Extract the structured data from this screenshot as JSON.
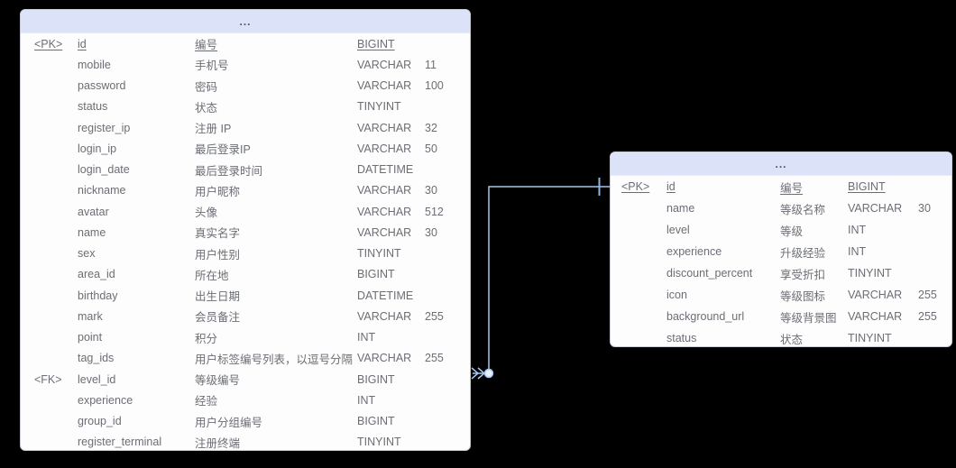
{
  "diagram": {
    "background_color": "#000000",
    "colors": {
      "header_bg": "#dce2f8",
      "body_bg": "#fdfdfe",
      "border": "#c7ccd6",
      "text": "#6b6e74",
      "header_text": "#50555c",
      "relation_line": "#a6c6ec"
    }
  },
  "tables": [
    {
      "title": "...",
      "columns": [
        {
          "key": "<PK>",
          "name": "id",
          "comment": "编号",
          "type": "BIGINT",
          "size": "",
          "pk": true
        },
        {
          "key": "",
          "name": "mobile",
          "comment": "手机号",
          "type": "VARCHAR",
          "size": "11"
        },
        {
          "key": "",
          "name": "password",
          "comment": "密码",
          "type": "VARCHAR",
          "size": "100"
        },
        {
          "key": "",
          "name": "status",
          "comment": "状态",
          "type": "TINYINT",
          "size": ""
        },
        {
          "key": "",
          "name": "register_ip",
          "comment": "注册 IP",
          "type": "VARCHAR",
          "size": "32"
        },
        {
          "key": "",
          "name": "login_ip",
          "comment": "最后登录IP",
          "type": "VARCHAR",
          "size": "50"
        },
        {
          "key": "",
          "name": "login_date",
          "comment": "最后登录时间",
          "type": "DATETIME",
          "size": ""
        },
        {
          "key": "",
          "name": "nickname",
          "comment": "用户昵称",
          "type": "VARCHAR",
          "size": "30"
        },
        {
          "key": "",
          "name": "avatar",
          "comment": "头像",
          "type": "VARCHAR",
          "size": "512"
        },
        {
          "key": "",
          "name": "name",
          "comment": "真实名字",
          "type": "VARCHAR",
          "size": "30"
        },
        {
          "key": "",
          "name": "sex",
          "comment": "用户性别",
          "type": "TINYINT",
          "size": ""
        },
        {
          "key": "",
          "name": "area_id",
          "comment": "所在地",
          "type": "BIGINT",
          "size": ""
        },
        {
          "key": "",
          "name": "birthday",
          "comment": "出生日期",
          "type": "DATETIME",
          "size": ""
        },
        {
          "key": "",
          "name": "mark",
          "comment": "会员备注",
          "type": "VARCHAR",
          "size": "255"
        },
        {
          "key": "",
          "name": "point",
          "comment": "积分",
          "type": "INT",
          "size": ""
        },
        {
          "key": "",
          "name": "tag_ids",
          "comment": "用户标签编号列表，以逗号分隔",
          "type": "VARCHAR",
          "size": "255"
        },
        {
          "key": "<FK>",
          "name": "level_id",
          "comment": "等级编号",
          "type": "BIGINT",
          "size": ""
        },
        {
          "key": "",
          "name": "experience",
          "comment": "经验",
          "type": "INT",
          "size": ""
        },
        {
          "key": "",
          "name": "group_id",
          "comment": "用户分组编号",
          "type": "BIGINT",
          "size": ""
        },
        {
          "key": "",
          "name": "register_terminal",
          "comment": "注册终端",
          "type": "TINYINT",
          "size": ""
        }
      ]
    },
    {
      "title": "...",
      "columns": [
        {
          "key": "<PK>",
          "name": "id",
          "comment": "编号",
          "type": "BIGINT",
          "size": "",
          "pk": true
        },
        {
          "key": "",
          "name": "name",
          "comment": "等级名称",
          "type": "VARCHAR",
          "size": "30"
        },
        {
          "key": "",
          "name": "level",
          "comment": "等级",
          "type": "INT",
          "size": ""
        },
        {
          "key": "",
          "name": "experience",
          "comment": "升级经验",
          "type": "INT",
          "size": ""
        },
        {
          "key": "",
          "name": "discount_percent",
          "comment": "享受折扣",
          "type": "TINYINT",
          "size": ""
        },
        {
          "key": "",
          "name": "icon",
          "comment": "等级图标",
          "type": "VARCHAR",
          "size": "255"
        },
        {
          "key": "",
          "name": "background_url",
          "comment": "等级背景图",
          "type": "VARCHAR",
          "size": "255"
        },
        {
          "key": "",
          "name": "status",
          "comment": "状态",
          "type": "TINYINT",
          "size": ""
        }
      ]
    }
  ],
  "relation": {
    "from_column": "level_id",
    "to_column": "id",
    "from_marker": "many-crow-foot-dot",
    "to_marker": "one-bar"
  }
}
